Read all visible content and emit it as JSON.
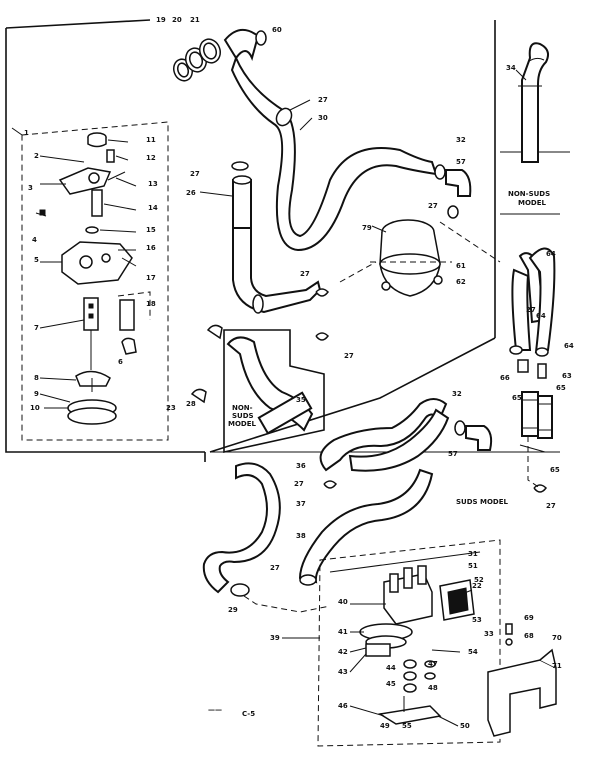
{
  "diagram": {
    "part_labels": [
      {
        "id": "p1",
        "text": "1"
      },
      {
        "id": "p2",
        "text": "2"
      },
      {
        "id": "p3",
        "text": "3"
      },
      {
        "id": "p4",
        "text": "4"
      },
      {
        "id": "p5",
        "text": "5"
      },
      {
        "id": "p6",
        "text": "6"
      },
      {
        "id": "p7",
        "text": "7"
      },
      {
        "id": "p8",
        "text": "8"
      },
      {
        "id": "p9",
        "text": "9"
      },
      {
        "id": "p10",
        "text": "10"
      },
      {
        "id": "p11",
        "text": "11"
      },
      {
        "id": "p12",
        "text": "12"
      },
      {
        "id": "p13",
        "text": "13"
      },
      {
        "id": "p14",
        "text": "14"
      },
      {
        "id": "p15",
        "text": "15"
      },
      {
        "id": "p16",
        "text": "16"
      },
      {
        "id": "p17",
        "text": "17"
      },
      {
        "id": "p18",
        "text": "18"
      },
      {
        "id": "p19",
        "text": "19"
      },
      {
        "id": "p20",
        "text": "20"
      },
      {
        "id": "p21",
        "text": "21"
      },
      {
        "id": "p22",
        "text": "22"
      },
      {
        "id": "p23",
        "text": "23"
      },
      {
        "id": "p26",
        "text": "26"
      },
      {
        "id": "p27a",
        "text": "27"
      },
      {
        "id": "p27b",
        "text": "27"
      },
      {
        "id": "p27c",
        "text": "27"
      },
      {
        "id": "p27d",
        "text": "27"
      },
      {
        "id": "p27e",
        "text": "27"
      },
      {
        "id": "p27f",
        "text": "27"
      },
      {
        "id": "p27g",
        "text": "27"
      },
      {
        "id": "p27h",
        "text": "27"
      },
      {
        "id": "p27i",
        "text": "27"
      },
      {
        "id": "p28",
        "text": "28"
      },
      {
        "id": "p29",
        "text": "29"
      },
      {
        "id": "p30",
        "text": "30"
      },
      {
        "id": "p31",
        "text": "31"
      },
      {
        "id": "p32a",
        "text": "32"
      },
      {
        "id": "p32b",
        "text": "32"
      },
      {
        "id": "p33",
        "text": "33"
      },
      {
        "id": "p34",
        "text": "34"
      },
      {
        "id": "p35",
        "text": "35"
      },
      {
        "id": "p36",
        "text": "36"
      },
      {
        "id": "p37",
        "text": "37"
      },
      {
        "id": "p38",
        "text": "38"
      },
      {
        "id": "p39",
        "text": "39"
      },
      {
        "id": "p40",
        "text": "40"
      },
      {
        "id": "p41",
        "text": "41"
      },
      {
        "id": "p42",
        "text": "42"
      },
      {
        "id": "p43",
        "text": "43"
      },
      {
        "id": "p44",
        "text": "44"
      },
      {
        "id": "p45",
        "text": "45"
      },
      {
        "id": "p46",
        "text": "46"
      },
      {
        "id": "p47",
        "text": "47"
      },
      {
        "id": "p48",
        "text": "48"
      },
      {
        "id": "p49",
        "text": "49"
      },
      {
        "id": "p50",
        "text": "50"
      },
      {
        "id": "p51",
        "text": "51"
      },
      {
        "id": "p52",
        "text": "52"
      },
      {
        "id": "p53",
        "text": "53"
      },
      {
        "id": "p54",
        "text": "54"
      },
      {
        "id": "p55",
        "text": "55"
      },
      {
        "id": "p57a",
        "text": "57"
      },
      {
        "id": "p57b",
        "text": "57"
      },
      {
        "id": "p60",
        "text": "60"
      },
      {
        "id": "p61",
        "text": "61"
      },
      {
        "id": "p62",
        "text": "62"
      },
      {
        "id": "p63",
        "text": "63"
      },
      {
        "id": "p64a",
        "text": "64"
      },
      {
        "id": "p64b",
        "text": "64"
      },
      {
        "id": "p64c",
        "text": "64"
      },
      {
        "id": "p65a",
        "text": "65"
      },
      {
        "id": "p65b",
        "text": "65"
      },
      {
        "id": "p65c",
        "text": "65"
      },
      {
        "id": "p66",
        "text": "66"
      },
      {
        "id": "p68",
        "text": "68"
      },
      {
        "id": "p69",
        "text": "69"
      },
      {
        "id": "p70",
        "text": "70"
      },
      {
        "id": "p71",
        "text": "71"
      },
      {
        "id": "p79",
        "text": "79"
      }
    ],
    "captions": {
      "non_suds_top": [
        "NON-SUDS",
        "MODEL"
      ],
      "non_suds_mid": [
        "NON-",
        "SUDS",
        "MODEL"
      ],
      "suds_model": "SUDS MODEL",
      "footer_code": "C-5",
      "footer_marks": "——"
    },
    "colors": {
      "ink": "#111111",
      "paper": "#ffffff"
    }
  }
}
